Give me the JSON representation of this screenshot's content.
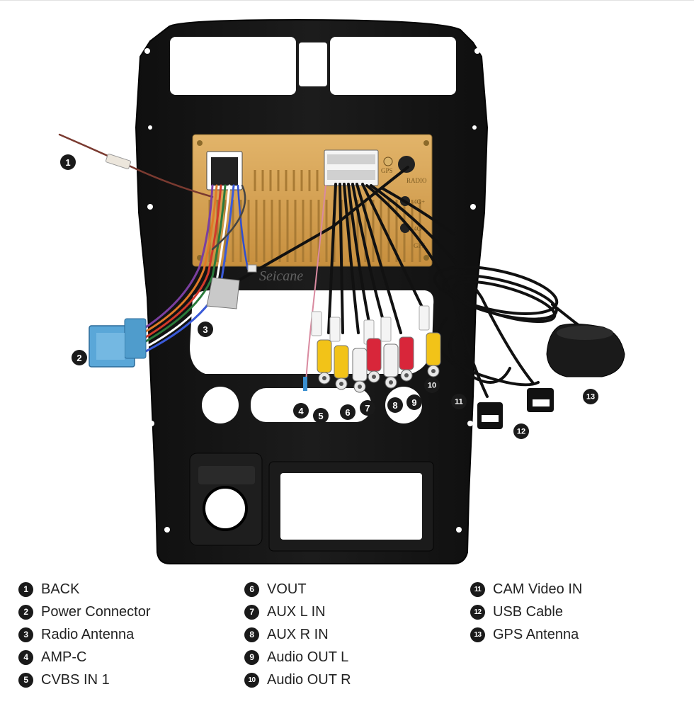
{
  "watermark": "Seicane",
  "unit_port_labels": {
    "gps": "GPS",
    "radio": "RADIO",
    "lte_1": "4G+",
    "lte_2": "4G-",
    "gps_2": "GPS"
  },
  "callouts": [
    {
      "num": "1"
    },
    {
      "num": "2"
    },
    {
      "num": "3"
    },
    {
      "num": "4"
    },
    {
      "num": "5"
    },
    {
      "num": "6"
    },
    {
      "num": "7"
    },
    {
      "num": "8"
    },
    {
      "num": "9"
    },
    {
      "num": "10"
    },
    {
      "num": "11"
    },
    {
      "num": "12"
    },
    {
      "num": "13"
    }
  ],
  "legend": {
    "col1": [
      {
        "num": "1",
        "label": "BACK"
      },
      {
        "num": "2",
        "label": "Power Connector"
      },
      {
        "num": "3",
        "label": "Radio Antenna"
      },
      {
        "num": "4",
        "label": "AMP-C"
      },
      {
        "num": "5",
        "label": "CVBS IN 1"
      }
    ],
    "col2": [
      {
        "num": "6",
        "label": "VOUT"
      },
      {
        "num": "7",
        "label": "AUX L IN"
      },
      {
        "num": "8",
        "label": "AUX R IN"
      },
      {
        "num": "9",
        "label": "Audio OUT L"
      },
      {
        "num": "10",
        "label": "Audio OUT R"
      }
    ],
    "col3": [
      {
        "num": "11",
        "label": "CAM Video IN"
      },
      {
        "num": "12",
        "label": "USB Cable"
      },
      {
        "num": "13",
        "label": "GPS Antenna"
      }
    ]
  },
  "colors": {
    "frame": "#141414",
    "unit": "#d7a65a",
    "badge": "#1a1a1a",
    "rca_yellow": "#f2c318",
    "rca_red": "#d8263a",
    "rca_white": "#f2f2f2",
    "power_connector": "#5aa7d8"
  }
}
